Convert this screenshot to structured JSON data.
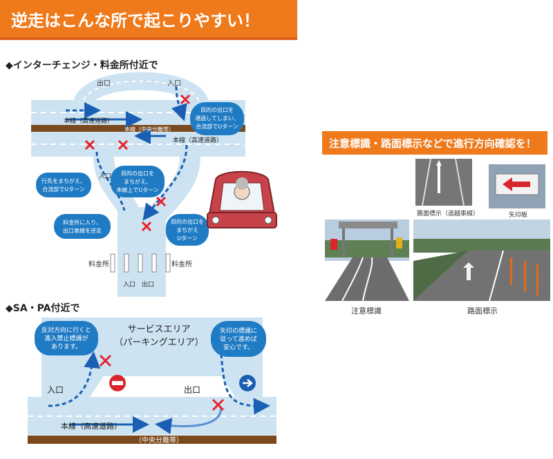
{
  "main_title": "逆走はこんな所で起こりやすい！",
  "section_ic": {
    "heading": "◆インターチェンジ・料金所付近で",
    "labels": {
      "exit_top": "出口",
      "entrance_top": "入口",
      "main_line": "本線（高速道路）",
      "median": "本線（中央分離帯）",
      "main_line_2": "本線（高速道路）",
      "entrance_mid": "入口",
      "tollgate_left": "料金所",
      "tollgate_right": "料金所",
      "entrance_bottom": "入口",
      "exit_bottom": "出口"
    },
    "bubbles": {
      "b1": [
        "目的の出口を",
        "通過してしまい、",
        "合流部でUターン"
      ],
      "b2": [
        "行先をまちがえ、",
        "合流部でUターン"
      ],
      "b3": [
        "目的の出口を",
        "まちがえ、",
        "本線上でUターン"
      ],
      "b4": [
        "目的の出口を",
        "まちがえ",
        "Uターン"
      ],
      "b5": [
        "料金所に入り、",
        "出口車線を逆走"
      ]
    }
  },
  "section_sa": {
    "heading": "◆SA・PA付近で",
    "area_name_1": "サービスエリア",
    "area_name_2": "（パーキングエリア）",
    "entrance": "入口",
    "exit": "出口",
    "main_line": "本線（高速道路）",
    "median": "（中央分離帯）",
    "bubble_left": [
      "反対方向に行くと",
      "進入禁止標識が",
      "あります。"
    ],
    "bubble_right": [
      "矢印の標識に",
      "従って進めば",
      "安心です。"
    ]
  },
  "right_panel": {
    "title": "注意標識・路面標示などで進行方向確認を！",
    "inset_road_label": "路面標示（追越車線）",
    "inset_sign_label": "矢印板",
    "caption_left": "注意標識",
    "caption_right": "路面標示"
  },
  "colors": {
    "banner": "#ee7a1b",
    "road": "#cde3f1",
    "median": "#7a4a1e",
    "bubble": "#1f7bc4",
    "arrow": "#1a5fb4",
    "cross": "#e8202a"
  }
}
